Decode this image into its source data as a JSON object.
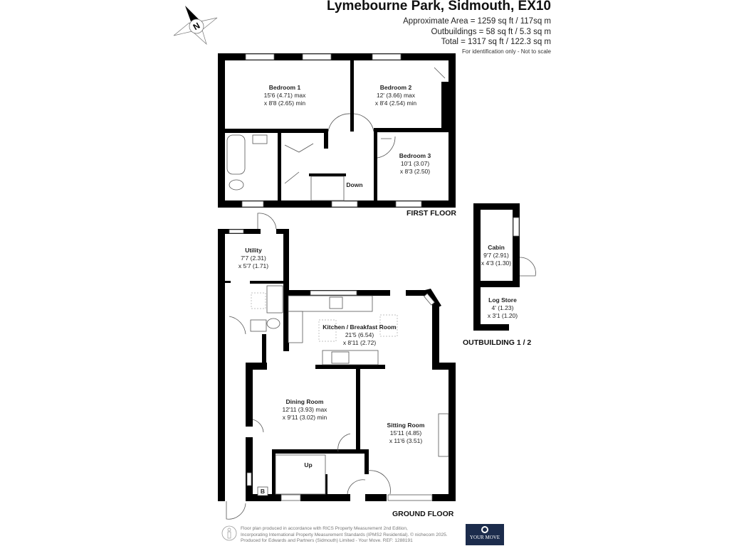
{
  "header": {
    "title": "Lymebourne Park, Sidmouth, EX10",
    "approx_area": "Approximate Area = 1259 sq ft / 117sq m",
    "outbuildings": "Outbuildings = 58 sq ft / 5.3 sq m",
    "total": "Total = 1317 sq ft / 122.3 sq m",
    "note": "For identification only - Not to scale"
  },
  "compass": {
    "label": "N"
  },
  "first_floor": {
    "label": "FIRST FLOOR",
    "rooms": [
      {
        "name": "Bedroom 1",
        "dim1": "15'6 (4.71) max",
        "dim2": "x 8'8 (2.65) min"
      },
      {
        "name": "Bedroom 2",
        "dim1": "12' (3.66) max",
        "dim2": "x 8'4 (2.54) min"
      },
      {
        "name": "Bedroom 3",
        "dim1": "10'1 (3.07)",
        "dim2": "x 8'3 (2.50)"
      }
    ],
    "stairs_label": "Down"
  },
  "ground_floor": {
    "label": "GROUND FLOOR",
    "rooms": [
      {
        "name": "Utility",
        "dim1": "7'7 (2.31)",
        "dim2": "x 5'7 (1.71)"
      },
      {
        "name": "Kitchen / Breakfast Room",
        "dim1": "21'5 (6.54)",
        "dim2": "x 8'11 (2.72)"
      },
      {
        "name": "Dining Room",
        "dim1": "12'11 (3.93) max",
        "dim2": "x 9'11 (3.02) min"
      },
      {
        "name": "Sitting Room",
        "dim1": "15'11 (4.85)",
        "dim2": "x 11'6 (3.51)"
      }
    ],
    "stairs_label": "Up",
    "boiler_label": "B"
  },
  "outbuilding": {
    "label": "OUTBUILDING 1 / 2",
    "rooms": [
      {
        "name": "Cabin",
        "dim1": "9'7 (2.91)",
        "dim2": "x 4'3 (1.30)"
      },
      {
        "name": "Log Store",
        "dim1": "4' (1.23)",
        "dim2": "x 3'1 (1.20)"
      }
    ]
  },
  "footer": {
    "line1": "Floor plan produced in accordance with RICS Property Measurement 2nd Edition,",
    "line2": "Incorporating International Property Measurement Standards (IPMS2 Residential).   © nichecom 2025.",
    "line3": "Produced for Edwards and Partners (Sidmouth) Limited - Your Move.    REF:  1288191",
    "logo_text": "YOUR MOVE"
  }
}
